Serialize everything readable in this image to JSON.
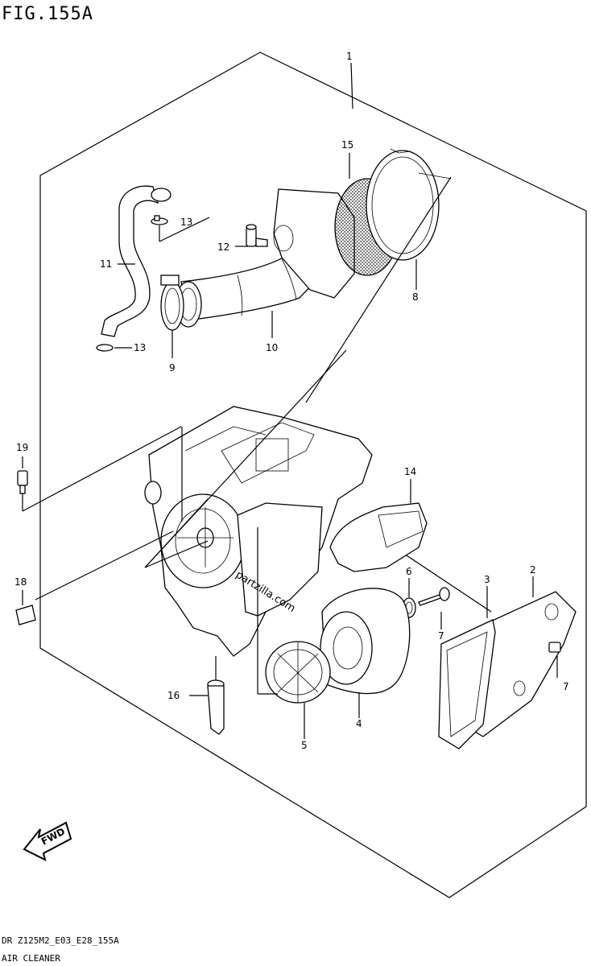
{
  "figure": {
    "title": "FIG.155A",
    "footer_code": "DR Z125M2_E03_E28_155A",
    "footer_name": "AIR CLEANER",
    "watermark": "partzilla.com",
    "fwd_label": "FWD"
  },
  "callouts": [
    {
      "id": "c1",
      "label": "1"
    },
    {
      "id": "c2",
      "label": "2"
    },
    {
      "id": "c3",
      "label": "3"
    },
    {
      "id": "c4",
      "label": "4"
    },
    {
      "id": "c5",
      "label": "5"
    },
    {
      "id": "c6",
      "label": "6"
    },
    {
      "id": "c7a",
      "label": "7"
    },
    {
      "id": "c7b",
      "label": "7"
    },
    {
      "id": "c8",
      "label": "8"
    },
    {
      "id": "c9",
      "label": "9"
    },
    {
      "id": "c10",
      "label": "10"
    },
    {
      "id": "c11",
      "label": "11"
    },
    {
      "id": "c12",
      "label": "12"
    },
    {
      "id": "c13a",
      "label": "13"
    },
    {
      "id": "c13b",
      "label": "13"
    },
    {
      "id": "c14",
      "label": "14"
    },
    {
      "id": "c15",
      "label": "15"
    },
    {
      "id": "c16",
      "label": "16"
    },
    {
      "id": "c18",
      "label": "18"
    },
    {
      "id": "c19",
      "label": "19"
    }
  ]
}
